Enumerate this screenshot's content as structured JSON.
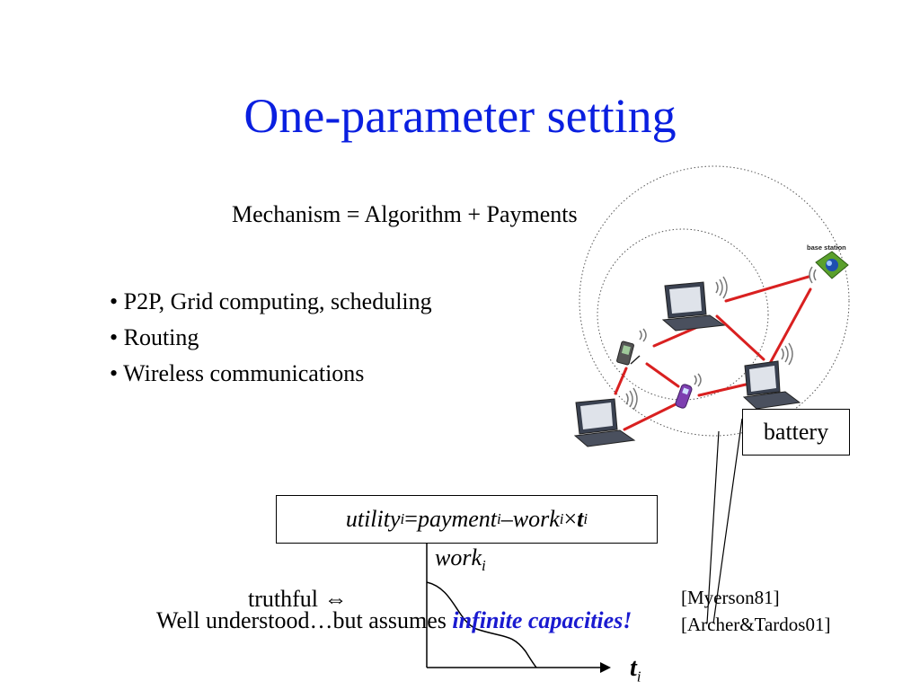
{
  "slide": {
    "title": "One-parameter setting",
    "subtitle": "Mechanism = Algorithm + Payments",
    "bullets": [
      "• P2P, Grid computing, scheduling",
      "• Routing",
      "• Wireless communications"
    ],
    "battery_label": "battery",
    "base_station_label": "base station",
    "formula": {
      "utility": "utility",
      "i1": "i",
      "equals": " = ",
      "payment": "payment",
      "i2": "i",
      "minus": " – ",
      "work": "work",
      "i3": "i",
      "times": " × ",
      "t": "t",
      "i4": "i"
    },
    "axis": {
      "y_label": "work",
      "y_sub": "i",
      "x_label": "t",
      "x_sub": "i"
    },
    "truthful_text": "truthful ⇔",
    "well_text": "Well understood…but assumes ",
    "well_emphasis": "infinite capacities!",
    "references": [
      "[Myerson81]",
      "[Archer&Tardos01]"
    ]
  }
}
